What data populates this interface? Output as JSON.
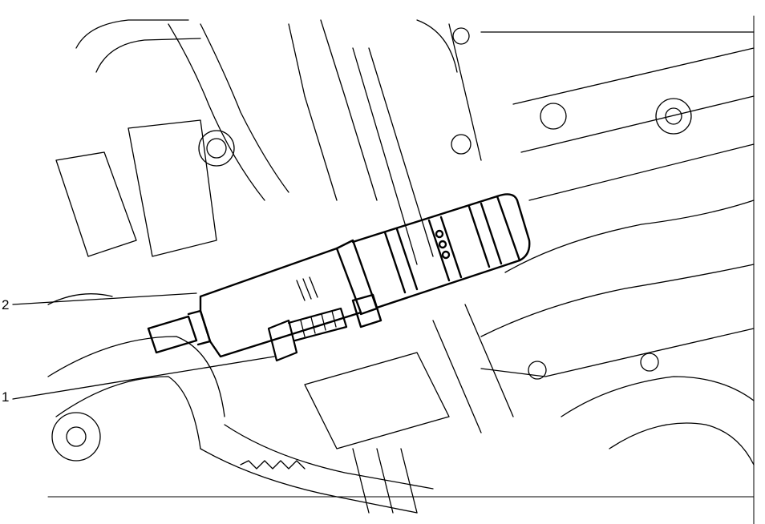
{
  "diagram": {
    "type": "technical-line-drawing",
    "subject": "engine camshaft position actuator solenoid valve and bolt",
    "callouts": [
      {
        "id": "1",
        "label": "1",
        "target": "bolt"
      },
      {
        "id": "2",
        "label": "2",
        "target": "solenoid-valve"
      }
    ],
    "colors": {
      "line": "#000000",
      "background": "#ffffff"
    }
  }
}
